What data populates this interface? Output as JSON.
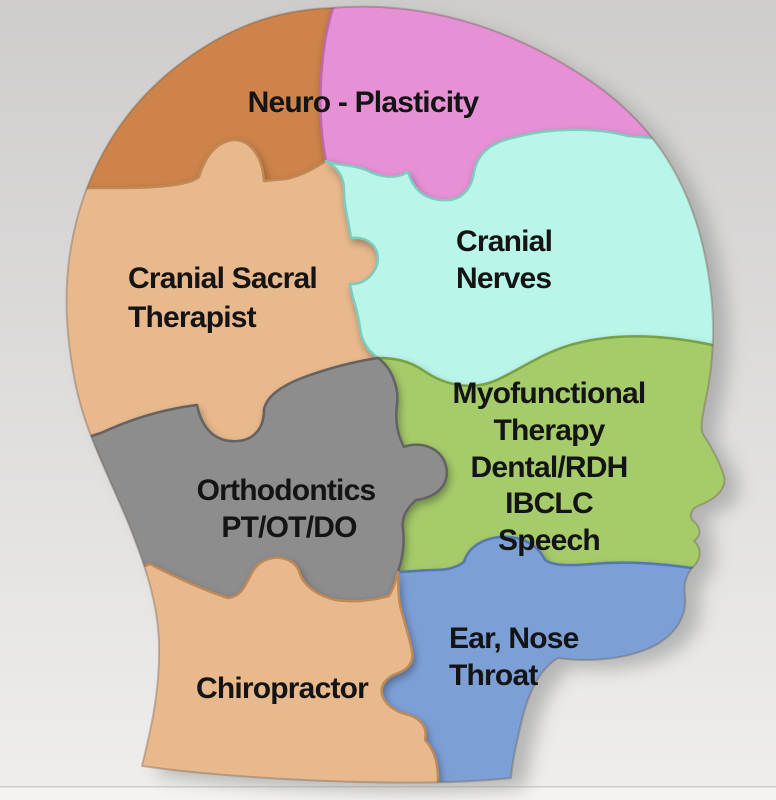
{
  "figure": {
    "description": "Head-profile jigsaw puzzle of collaborating specialties",
    "background_top": "#d0cfce",
    "background_bottom": "#efeeec",
    "text_color": "#141414",
    "pieces": [
      {
        "name": "back-of-head",
        "label_lines": [],
        "fill": "#cd8348",
        "stroke": "#a76230"
      },
      {
        "name": "neuro-plasticity",
        "label_lines": [
          "Neuro - Plasticity"
        ],
        "fill": "#e691d6",
        "stroke": "#c268ae"
      },
      {
        "name": "cranial-sacral-therapist",
        "label_lines": [
          "Cranial Sacral",
          "Therapist"
        ],
        "fill": "#e9b98e",
        "stroke": "#c08a58"
      },
      {
        "name": "cranial-nerves",
        "label_lines": [
          "Cranial",
          "Nerves"
        ],
        "fill": "#baf5ea",
        "stroke": "#7ccdc0"
      },
      {
        "name": "myofunctional-therapy",
        "label_lines": [
          "Myofunctional",
          "Therapy",
          "Dental/RDH",
          "IBCLC",
          "Speech"
        ],
        "fill": "#a6cb6b",
        "stroke": "#78a13f"
      },
      {
        "name": "orthodontics",
        "label_lines": [
          "Orthodontics",
          "PT/OT/DO"
        ],
        "fill": "#8d8d8d",
        "stroke": "#636363"
      },
      {
        "name": "chiropractor",
        "label_lines": [
          "Chiropractor"
        ],
        "fill": "#e9b98e",
        "stroke": "#c08a58"
      },
      {
        "name": "ear-nose-throat",
        "label_lines": [
          "Ear, Nose",
          "Throat"
        ],
        "fill": "#7c9fd6",
        "stroke": "#5578b2"
      }
    ]
  }
}
